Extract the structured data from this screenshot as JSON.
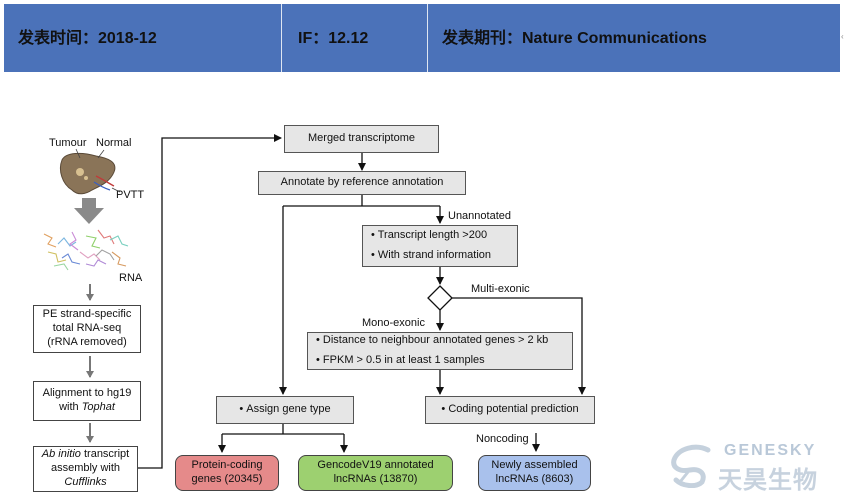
{
  "header": {
    "pub_time": "发表时间：2018-12",
    "impact_factor": "IF：12.12",
    "journal": "发表期刊：Nature Communications",
    "edge_mark": "‹"
  },
  "diagram": {
    "left": {
      "tumour_label": "Tumour",
      "normal_label": "Normal",
      "pvtt_label": "PVTT",
      "rna_label": "RNA",
      "seq_box": [
        "PE strand-specific",
        "total RNA-seq",
        "(rRNA removed)"
      ],
      "align_box": [
        "Alignment to hg19",
        "with",
        "Tophat"
      ],
      "assembly_box": [
        "Ab initio",
        " transcript",
        "assembly with",
        "Cufflinks"
      ]
    },
    "merged": "Merged transcriptome",
    "annotate": "Annotate by reference annotation",
    "unannotated": "Unannotated",
    "filter1": [
      "Transcript length >200",
      "With strand information"
    ],
    "multi_exonic": "Multi-exonic",
    "mono_exonic": "Mono-exonic",
    "filter2": [
      "Distance to neighbour annotated genes > 2 kb",
      "FPKM > 0.5 in at least 1 samples"
    ],
    "assign": "Assign gene type",
    "coding": "Coding potential prediction",
    "noncoding": "Noncoding",
    "results": {
      "protein": [
        "Protein-coding",
        "genes (20345)"
      ],
      "gencode": [
        "GencodeV19 annotated",
        "lncRNAs (13870)"
      ],
      "newly": [
        "Newly assembled",
        "lncRNAs (8603)"
      ]
    },
    "colors": {
      "protein": "#e58a8a",
      "gencode": "#9dd070",
      "newly": "#a9c1ec",
      "header": "#4b72b9"
    }
  },
  "logo": {
    "english": "GENESKY",
    "chinese": "天昊生物"
  }
}
